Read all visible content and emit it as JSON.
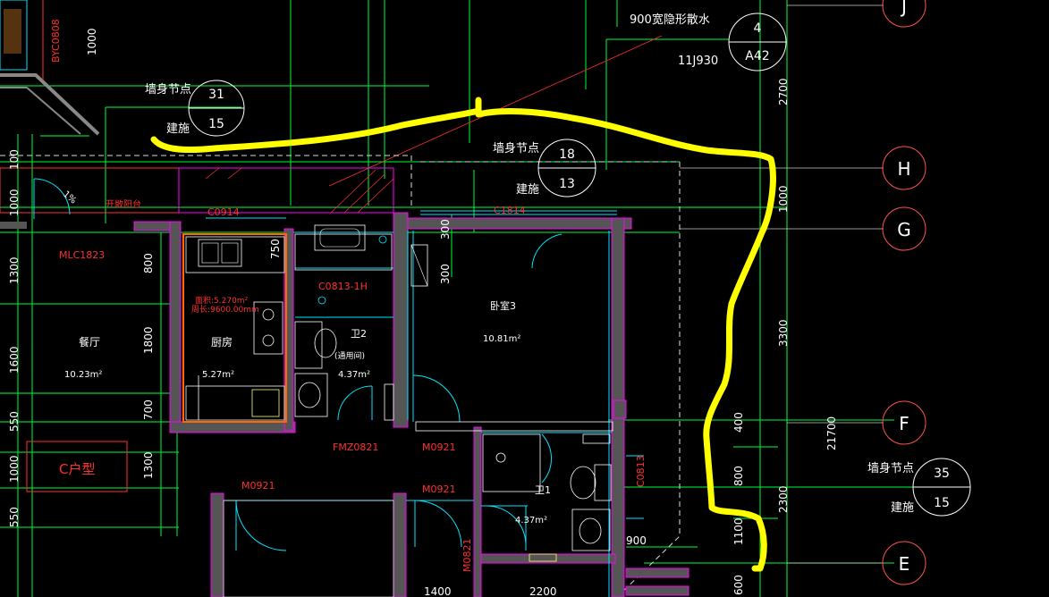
{
  "colors": {
    "background": "#000000",
    "dim": "#00ff33",
    "grid_axis": "#ffffff",
    "wall_fill": "#555555",
    "wall_outline": "#ff00ff",
    "room_red": "#ff3030",
    "window_cyan": "#00e5ff",
    "fixture": "#ffff66",
    "highlight": "#ffff00",
    "node_white": "#ffffff"
  },
  "axis_labels": {
    "j": "J",
    "h": "H",
    "g": "G",
    "f": "F",
    "e": "E"
  },
  "scatter_water": {
    "label": "900宽隐形散水",
    "node_top": "4",
    "node_bottom": "A42",
    "atlas": "11J930"
  },
  "wall_node_a": {
    "label": "墙身节点",
    "sub": "建施",
    "node_top": "31",
    "node_bottom": "15"
  },
  "wall_node_b": {
    "label": "墙身节点",
    "sub": "建施",
    "node_top": "18",
    "node_bottom": "13"
  },
  "wall_node_c": {
    "label": "墙身节点",
    "sub": "建施",
    "node_top": "35",
    "node_bottom": "15"
  },
  "rooms": {
    "balcony": "开敞阳台",
    "dining": "餐厅",
    "dining_area": "10.23m²",
    "kitchen": "厨房",
    "kitchen_area": "5.27m²",
    "kitchen_info_area": "面积:5.270m²",
    "kitchen_info_perim": "周长:9600.00mm",
    "bath2": "卫2",
    "bath2_note": "(通用间)",
    "bath2_area": "4.37m²",
    "bedroom": "卧室3",
    "bedroom_area": "10.81m²",
    "bath1": "卫1",
    "bath1_area": "4.37m²",
    "unit_type": "C户型",
    "slope": "1%"
  },
  "tags": {
    "byc": "BYC0808",
    "mlc": "MLC1823",
    "c0914": "C0914",
    "c1814": "C1814",
    "c0813": "C0813-1H",
    "c0813b": "C0813",
    "fmz": "FMZ0821",
    "m0921a": "M0921",
    "m0921b": "M0921",
    "m0921c": "M0921",
    "m0821": "M0821"
  },
  "dims_left": [
    "1000",
    "100",
    "1000",
    "1300",
    "1600",
    "550",
    "1000",
    "550"
  ],
  "dims_col2": [
    "800",
    "1800",
    "700",
    "1300"
  ],
  "dims_inner": [
    "750",
    "300",
    "300"
  ],
  "dims_right": [
    "2700",
    "1000",
    "3300",
    "400",
    "800",
    "1100",
    "600",
    "900"
  ],
  "dims_far": [
    "21700",
    "2300"
  ],
  "dims_bottom": [
    "1400",
    "2200"
  ]
}
